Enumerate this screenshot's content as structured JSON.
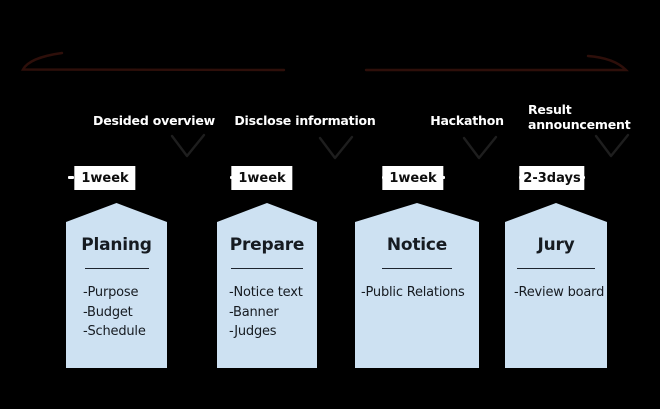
{
  "colors": {
    "background": "#000000",
    "box_fill": "#cde1f2",
    "box_text": "#161b21",
    "label_text": "#ffffff",
    "badge_background": "#ffffff",
    "badge_text": "#0d0d0d",
    "swoosh_stroke": "#2e0f0a",
    "chevron_stroke": "#1e1e1e"
  },
  "icons": {
    "down_chevron": "hand-drawn V arrow pointing down",
    "underline_swoosh": "hand-drawn curved underline stroke with curled end",
    "duration_tick": "small white arrow tick beside duration badge"
  },
  "stages": [
    {
      "label": "Desided overview",
      "duration": "1week",
      "title": "Planing",
      "items": [
        "-Purpose",
        "-Budget",
        "-Schedule"
      ]
    },
    {
      "label": "Disclose information",
      "duration": "1week",
      "title": "Prepare",
      "items": [
        "-Notice text",
        "-Banner",
        "-Judges"
      ]
    },
    {
      "label": "Hackathon",
      "duration": "1week",
      "title": "Notice",
      "items": [
        "-Public Relations"
      ]
    },
    {
      "label": "Result announcement",
      "duration": "2-3days",
      "title": "Jury",
      "items": [
        "-Review board"
      ]
    }
  ]
}
